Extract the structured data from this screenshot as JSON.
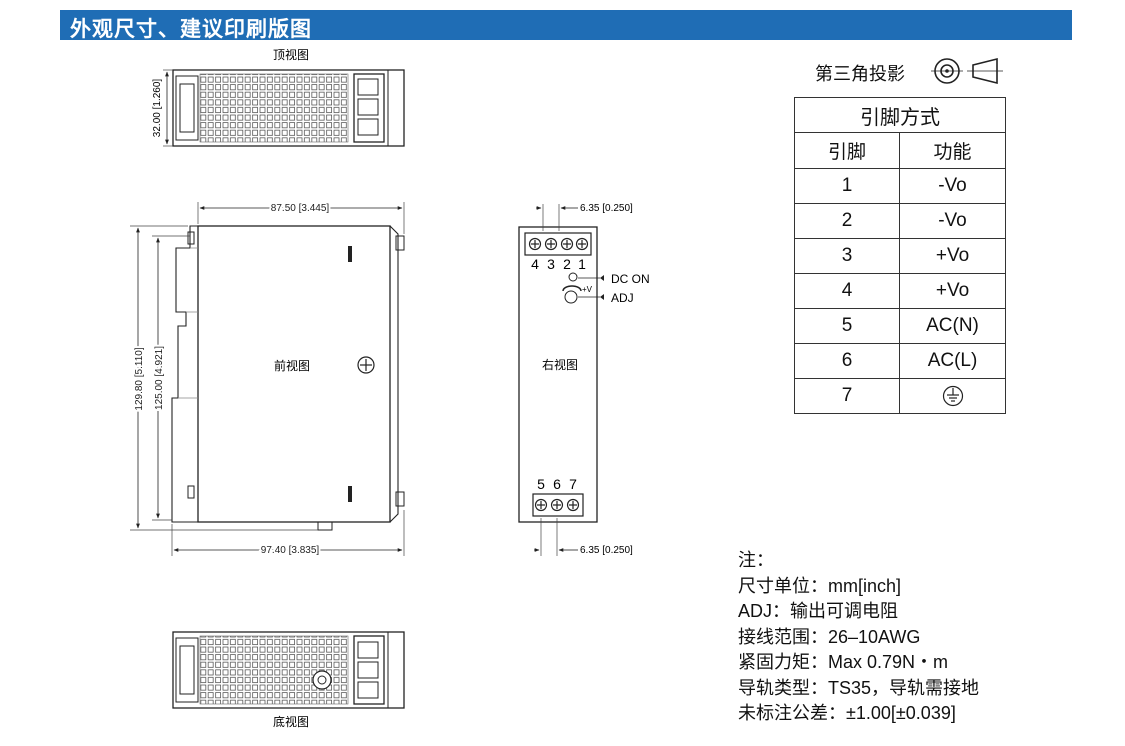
{
  "header": {
    "title": "外观尺寸、建议印刷版图"
  },
  "views": {
    "top": "顶视图",
    "front": "前视图",
    "right": "右视图",
    "bottom": "底视图"
  },
  "dimensions": {
    "top_height": "32.00 [1.260]",
    "front_width": "87.50 [3.445]",
    "front_total_width": "97.40 [3.835]",
    "front_total_height": "129.80 [5.110]",
    "front_height": "125.00 [4.921]",
    "pitch_top": "6.35 [0.250]",
    "pitch_bottom": "6.35 [0.250]"
  },
  "right_view": {
    "top_terminals": [
      "4",
      "3",
      "2",
      "1"
    ],
    "bottom_terminals": [
      "5",
      "6",
      "7"
    ],
    "dc_on": "DC ON",
    "plus_v": "+V",
    "adj": "ADJ"
  },
  "projection": {
    "label": "第三角投影",
    "icon": "third-angle-projection-icon"
  },
  "pin_table": {
    "caption": "引脚方式",
    "headers": [
      "引脚",
      "功能"
    ],
    "rows": [
      {
        "pin": "1",
        "function": "-Vo"
      },
      {
        "pin": "2",
        "function": "-Vo"
      },
      {
        "pin": "3",
        "function": "+Vo"
      },
      {
        "pin": "4",
        "function": "+Vo"
      },
      {
        "pin": "5",
        "function": "AC(N)"
      },
      {
        "pin": "6",
        "function": "AC(L)"
      },
      {
        "pin": "7",
        "function": "",
        "icon": "ground-icon"
      }
    ]
  },
  "notes": [
    "注：",
    "尺寸单位：mm[inch]",
    "ADJ：输出可调电阻",
    "接线范围：26–10AWG",
    "紧固力矩：Max 0.79N・m",
    "导轨类型：TS35，导轨需接地",
    "未标注公差：±1.00[±0.039]"
  ]
}
